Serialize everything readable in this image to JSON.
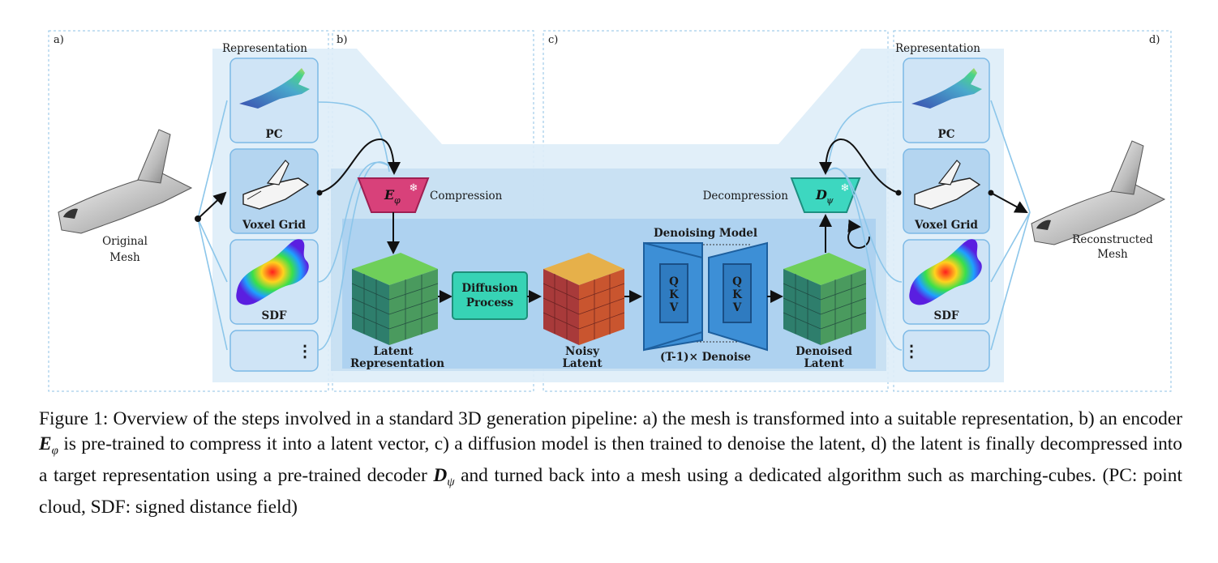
{
  "panels": {
    "a": "a)",
    "b": "b)",
    "c": "c)",
    "d": "d)"
  },
  "left": {
    "representation_title": "Representation",
    "items": [
      "PC",
      "Voxel Grid",
      "SDF"
    ],
    "ellipsis": "⋮",
    "mesh_label_line1": "Original",
    "mesh_label_line2": "Mesh"
  },
  "right": {
    "representation_title": "Representation",
    "items": [
      "PC",
      "Voxel Grid",
      "SDF"
    ],
    "ellipsis": "⋮",
    "mesh_label_line1": "Reconstructed",
    "mesh_label_line2": "Mesh"
  },
  "encoder": {
    "symbol": "E",
    "subscript": "φ",
    "label": "Compression"
  },
  "decoder": {
    "symbol": "D",
    "subscript": "ψ",
    "label": "Decompression"
  },
  "latent": {
    "line1": "Latent",
    "line2": "Representation"
  },
  "diffusion": {
    "line1": "Diffusion",
    "line2": "Process"
  },
  "noisy": {
    "line1": "Noisy",
    "line2": "Latent"
  },
  "denoising_model": {
    "title": "Denoising Model",
    "qkv": "Q K V",
    "repeat": "(T-1)× Denoise"
  },
  "denoised": {
    "line1": "Denoised",
    "line2": "Latent"
  },
  "snowflake": "❄",
  "caption": {
    "p1": "Figure 1: Overview of the steps involved in a standard 3D generation pipeline: a) the mesh is transformed into a suitable representation, b) an encoder ",
    "enc": "E",
    "enc_sub": "φ",
    "p2": " is pre-trained to compress it into a latent vector, c) a diffusion model is then trained to denoise the latent, d) the latent is finally decompressed into a target representation using a pre-trained decoder ",
    "dec": "D",
    "dec_sub": "ψ",
    "p3": " and turned back into a mesh using a dedicated algorithm such as marching-cubes. (PC: point cloud, SDF: signed distance field)"
  }
}
